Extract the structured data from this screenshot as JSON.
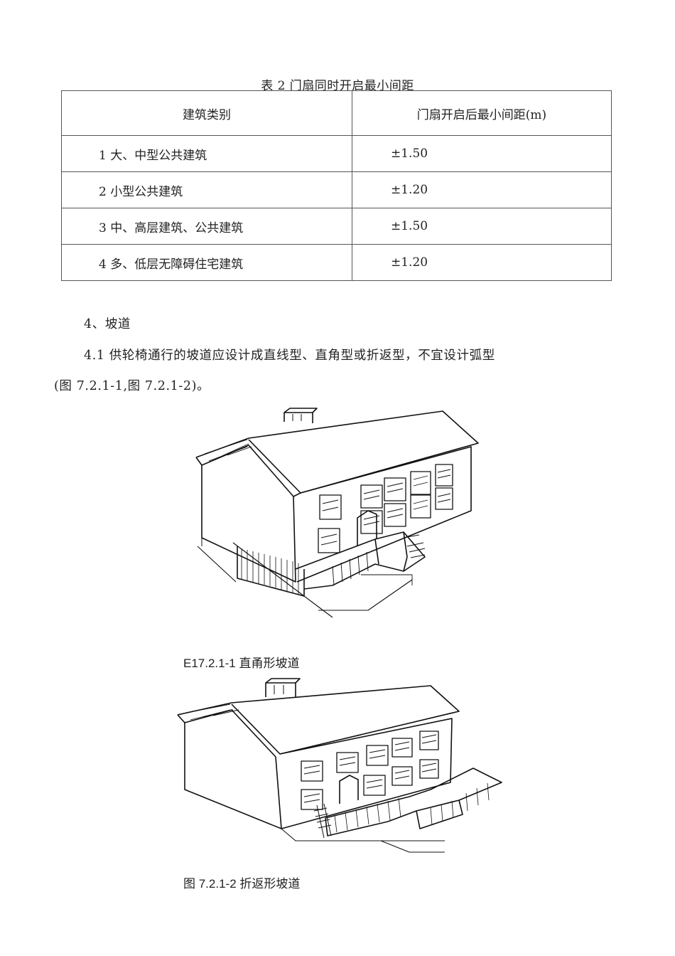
{
  "table": {
    "caption": "表 2 门扇同时开启最小间距",
    "headers": [
      "建筑类别",
      "门扇开启后最小间距(m)"
    ],
    "rows": [
      [
        "1 大、中型公共建筑",
        "±1.50"
      ],
      [
        "2 小型公共建筑",
        "±1.20"
      ],
      [
        "3 中、高层建筑、公共建筑",
        "±1.50"
      ],
      [
        "4 多、低层无障碍住宅建筑",
        "±1.20"
      ]
    ]
  },
  "section": {
    "heading": "4、坡道",
    "para_line1": "4.1 供轮椅通行的坡道应设计成直线型、直角型或折返型，不宜设计弧型",
    "para_line2": "(图 7.2.1-1,图 7.2.1-2)。"
  },
  "figures": [
    {
      "caption": "E17.2.1-1 直甬形坡道"
    },
    {
      "caption": "图 7.2.1-2 折返形坡道"
    }
  ]
}
